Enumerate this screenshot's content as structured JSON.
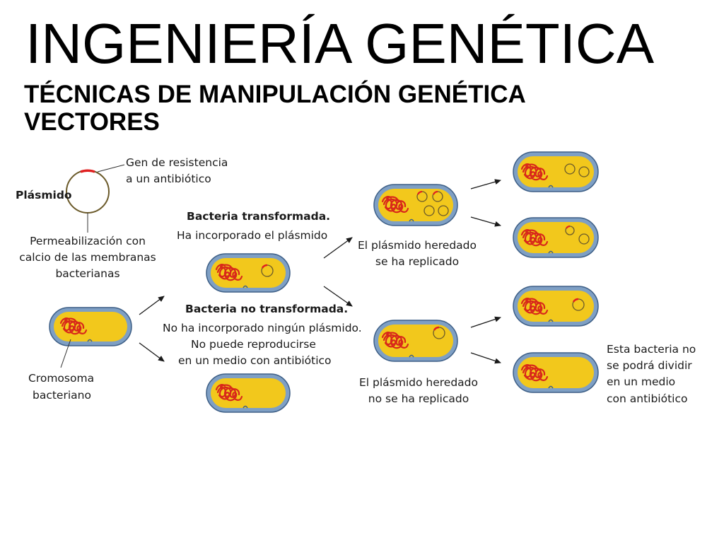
{
  "header": {
    "title": "INGENIERÍA GENÉTICA",
    "subtitle_line1": "TÉCNICAS DE MANIPULACIÓN GENÉTICA",
    "subtitle_line2": "VECTORES"
  },
  "diagram": {
    "plasmid_label": "Plásmido",
    "gene_label_1": "Gen de resistencia",
    "gene_label_2": "a un antibiótico",
    "perm_1": "Permeabilización con",
    "perm_2": "calcio de las membranas",
    "perm_3": "bacterianas",
    "chromo_1": "Cromosoma",
    "chromo_2": "bacteriano",
    "transformed_title": "Bacteria transformada.",
    "transformed_desc": "Ha incorporado el plásmido",
    "not_transformed_title": "Bacteria no transformada.",
    "not_transformed_1": "No ha incorporado ningún plásmido.",
    "not_transformed_2": "No puede reproducirse",
    "not_transformed_3": "en un medio con antibiótico",
    "replicated_1": "El plásmido heredado",
    "replicated_2": "se ha replicado",
    "not_replicated_1": "El plásmido heredado",
    "not_replicated_2": "no se ha replicado",
    "cannot_divide_1": "Esta bacteria no",
    "cannot_divide_2": "se podrá dividir",
    "cannot_divide_3": "en un medio",
    "cannot_divide_4": "con antibiótico"
  },
  "colors": {
    "cell_outer": "#7e9fc4",
    "cell_inner": "#f2c81c",
    "dna": "#d8281a",
    "plasmid_ring": "#6b5a2a",
    "arrow": "#1a1a1a"
  }
}
